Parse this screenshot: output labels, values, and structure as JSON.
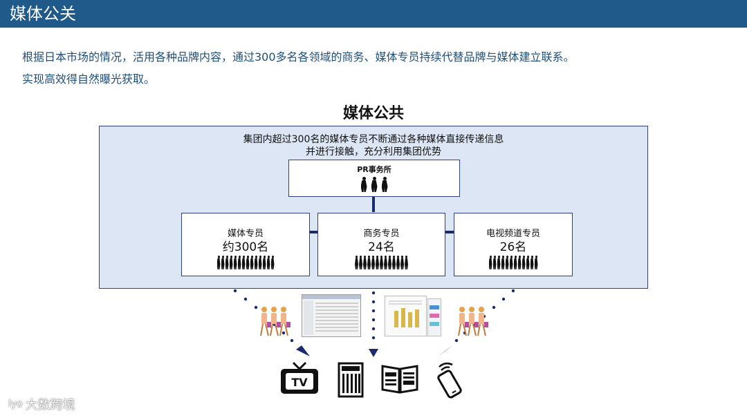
{
  "header": {
    "title": "媒体公关"
  },
  "intro": {
    "line1": "根据日本市场的情况，活用各种品牌内容，通过300多名各领域的商务、媒体专员持续代替品牌与媒体建立联系。",
    "line2": "实现高效得自然曝光获取。"
  },
  "diagram": {
    "title": "媒体公共",
    "description_line1": "集团内超过300名的媒体专员不断通过各种媒体直接传递信息",
    "description_line2": "并进行接触，充分利用集团优势",
    "pr_office": {
      "label": "PR事务所"
    },
    "roles": [
      {
        "name": "媒体专员",
        "count": "约300名"
      },
      {
        "name": "商务专员",
        "count": "24名"
      },
      {
        "name": "电视频道专员",
        "count": "26名"
      }
    ]
  },
  "channels": [
    {
      "icon": "tv-icon",
      "label": "TV"
    },
    {
      "icon": "newspaper-icon"
    },
    {
      "icon": "magazine-icon"
    },
    {
      "icon": "smartphone-icon"
    }
  ],
  "watermark": {
    "logo": "lyo",
    "text": "大数跨境"
  },
  "colors": {
    "header": "#1f5a8a",
    "box_fill": "#dce6f4",
    "border": "#2e3f85",
    "connector": "#1a2a6c",
    "intro_text": "#1f4e79"
  }
}
